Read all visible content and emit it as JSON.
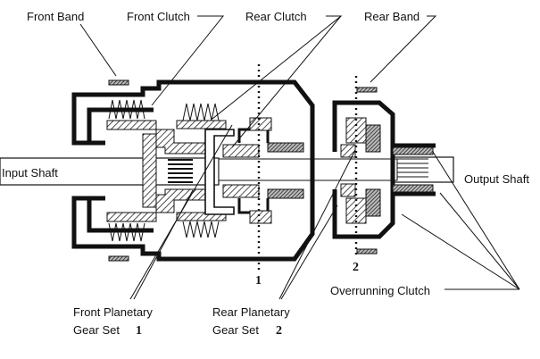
{
  "labels": {
    "front_band": "Front Band",
    "front_clutch": "Front Clutch",
    "rear_clutch": "Rear Clutch",
    "rear_band": "Rear Band",
    "input_shaft": "Input Shaft",
    "output_shaft": "Output Shaft",
    "overrunning_clutch": "Overrunning Clutch",
    "front_planetary_line1": "Front Planetary",
    "front_planetary_line2": "Gear Set",
    "front_planetary_num": "1",
    "rear_planetary_line1": "Rear Planetary",
    "rear_planetary_line2": "Gear Set",
    "rear_planetary_num": "2",
    "section_1": "1",
    "section_2": "2"
  }
}
